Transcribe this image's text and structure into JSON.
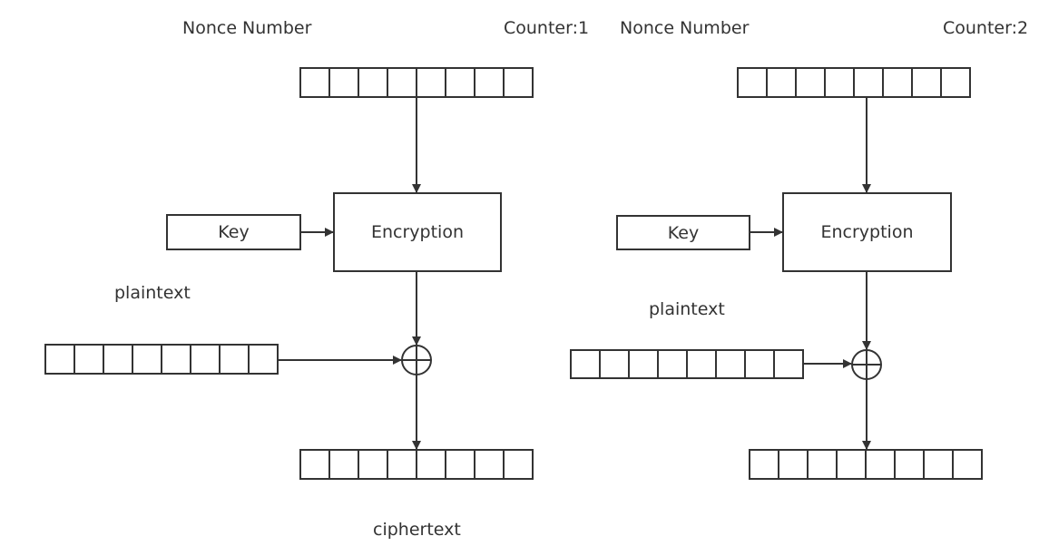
{
  "diagram": {
    "colors": {
      "stroke": "#333333",
      "background": "#ffffff"
    },
    "left": {
      "nonce_label": "Nonce Number",
      "counter_label": "Counter:1",
      "key_label": "Key",
      "encryption_label": "Encryption",
      "plaintext_label": "plaintext",
      "ciphertext_label": "ciphertext",
      "operator_symbol": "xor-circle"
    },
    "right": {
      "nonce_label": "Nonce Number",
      "counter_label": "Counter:2",
      "key_label": "Key",
      "encryption_label": "Encryption",
      "plaintext_label": "plaintext",
      "operator_symbol": "xor-circle"
    }
  }
}
